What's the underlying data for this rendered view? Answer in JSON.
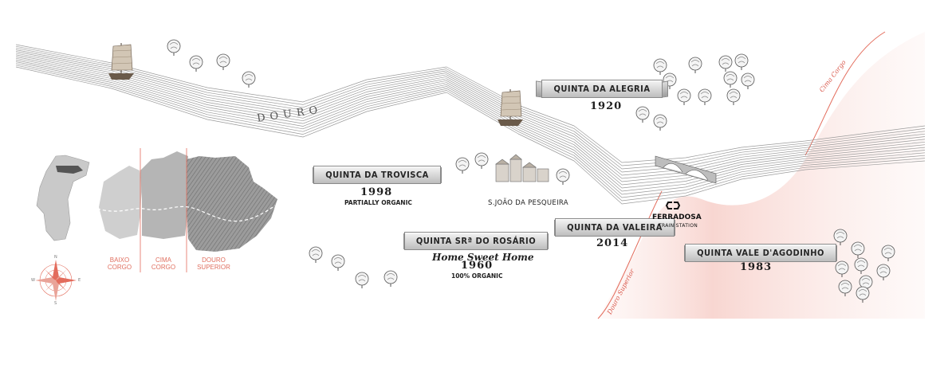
{
  "river": {
    "name": "DOURO"
  },
  "regions": {
    "baixo_corgo": {
      "line1": "BAIXO",
      "line2": "CORGO"
    },
    "cima_corgo": {
      "line1": "CIMA",
      "line2": "CORGO"
    },
    "douro_superior": {
      "line1": "DOURO",
      "line2": "SUPERIOR"
    },
    "edge_cima_corgo": "Cima Corgo",
    "edge_douro_superior": "Douro Superior"
  },
  "quintas": [
    {
      "name": "QUINTA DA ALEGRIA",
      "year": "1920"
    },
    {
      "name": "QUINTA DA TROVISCA",
      "year": "1998",
      "note": "PARTIALLY ORGANIC"
    },
    {
      "name": "QUINTA SRª DO ROSÁRIO",
      "tagline": "Home Sweet Home",
      "year": "1960",
      "note": "100% ORGANIC"
    },
    {
      "name": "QUINTA DA VALEIRA",
      "year": "2014"
    },
    {
      "name": "QUINTA VALE D'AGODINHO",
      "year": "1983"
    }
  ],
  "places": {
    "town": "S.JOÃO DA PESQUEIRA",
    "station_name": "FERRADOSA",
    "station_sub": "TRAIN STATION",
    "station_logo": "cp-rail-logo"
  },
  "compass": {
    "n": "N",
    "s": "S",
    "e": "E",
    "w": "W",
    "icon": "compass-rose-icon"
  },
  "colors": {
    "river": "#9a9a9a",
    "region_accent": "#e36c5c",
    "douro_superior_shade": "#f8dcd8",
    "map_grey": "#bdbdbd"
  }
}
